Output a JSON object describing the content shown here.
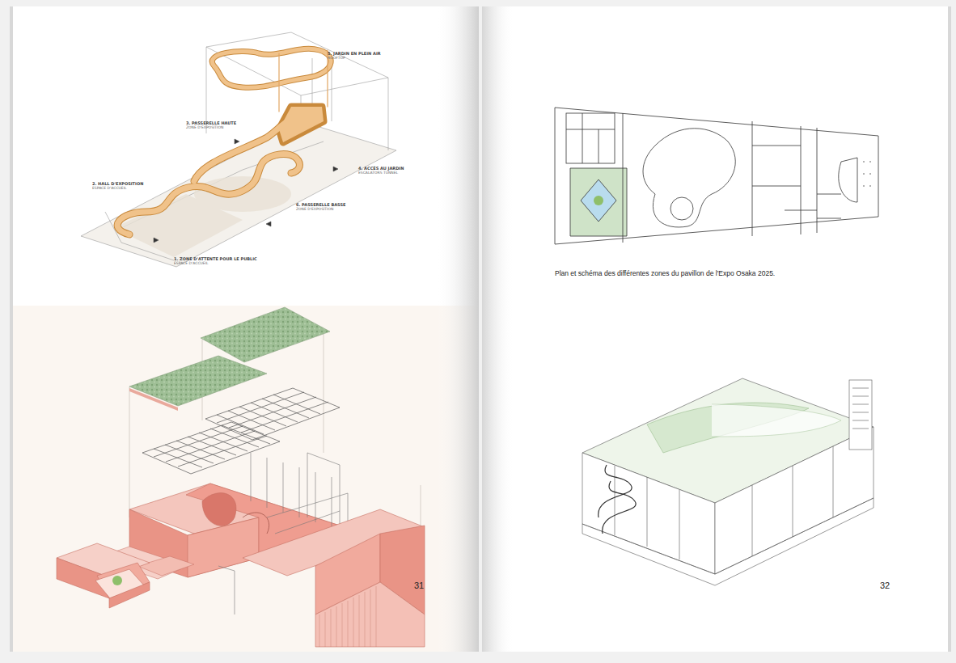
{
  "diagram": {
    "caption": "Plan et schéma des différentes zones du pavillon de l'Expo Osaka 2025.",
    "labels": [
      "5. JARDIN EN PLEIN AIR",
      "ROOFTOP",
      "3. PASSERELLE HAUTE",
      "ZONE D'EXPOSITION",
      "2. HALL D'EXPOSITION",
      "ESPACE D'ACCUEIL",
      "4. ACCÈS AU JARDIN",
      "ESCALATORS TUNNEL",
      "6. PASSERELLE BASSE",
      "ZONE D'EXPOSITION",
      "1. ZONE D'ATTENTE POUR LE PUBLIC",
      "ESPACE D'ACCUEIL",
      "31",
      "32"
    ]
  }
}
